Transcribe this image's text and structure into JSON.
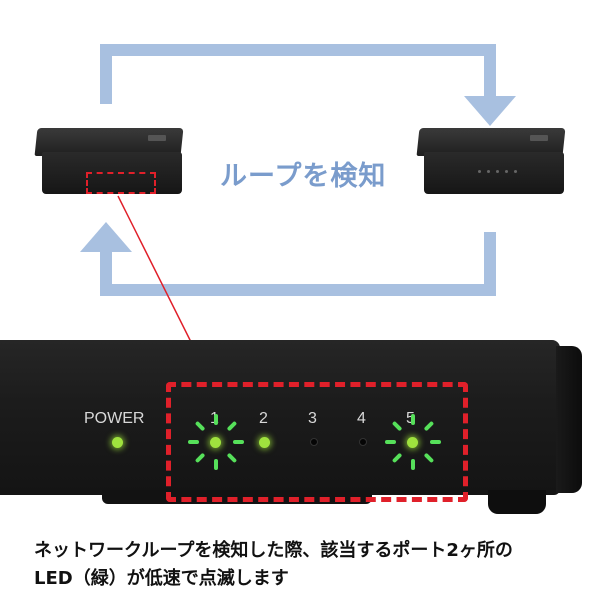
{
  "center_label": "ループを検知",
  "device": {
    "power_label": "POWER",
    "ports": [
      "1",
      "2",
      "3",
      "4",
      "5"
    ]
  },
  "caption": {
    "line1": "ネットワークループを検知した際、該当するポート2ヶ所の",
    "line2": "LED（緑）が低速で点滅します"
  },
  "colors": {
    "loop_arrow": "#a8c0e0",
    "highlight": "#e0202a",
    "led_green": "#9fe23e"
  }
}
